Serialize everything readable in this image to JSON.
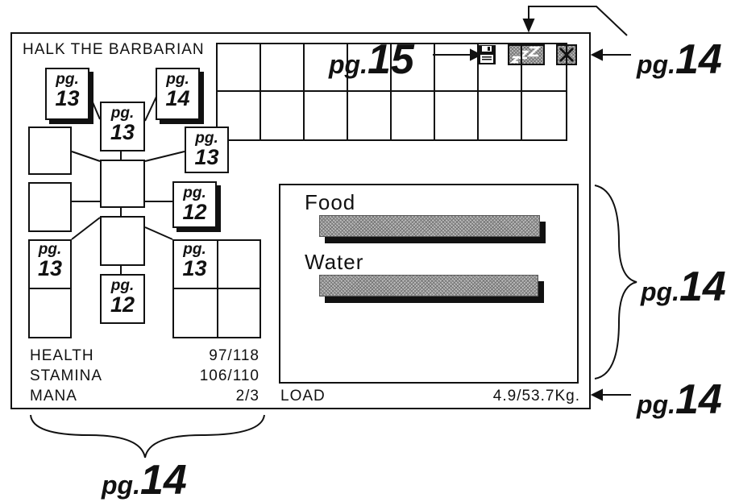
{
  "character": {
    "name": "HALK THE BARBARIAN"
  },
  "equipment_slots": {
    "head_ref": {
      "pg": "pg.",
      "num": "13"
    },
    "left_top_ref": {
      "pg": "pg.",
      "num": "13"
    },
    "right_top_ref": {
      "pg": "pg.",
      "num": "14"
    },
    "right_hand_ref": {
      "pg": "pg.",
      "num": "13"
    },
    "right_mid_ref": {
      "pg": "pg.",
      "num": "12"
    },
    "left_low_ref": {
      "pg": "pg.",
      "num": "13"
    },
    "feet_ref": {
      "pg": "pg.",
      "num": "12"
    },
    "right_low_ref": {
      "pg": "pg.",
      "num": "13"
    }
  },
  "stats": {
    "health": {
      "label": "HEALTH",
      "value": "97/118"
    },
    "stamina": {
      "label": "STAMINA",
      "value": "106/110"
    },
    "mana": {
      "label": "MANA",
      "value": "2/3"
    }
  },
  "needs": {
    "food": {
      "label": "Food",
      "level": 0.98
    },
    "water": {
      "label": "Water",
      "level": 0.97
    }
  },
  "load": {
    "label": "LOAD",
    "value": "4.9/53.7Kg."
  },
  "icons": {
    "save": "floppy-disk-icon",
    "sleep": "zzz-sleep-icon",
    "close": "close-x-icon"
  },
  "callouts": {
    "icons_pg": {
      "pg": "pg.",
      "num": "15"
    },
    "close_pg": {
      "pg": "pg.",
      "num": "14"
    },
    "stats_pg": {
      "pg": "pg.",
      "num": "14"
    },
    "needs_pg": {
      "pg": "pg.",
      "num": "14"
    },
    "load_pg": {
      "pg": "pg.",
      "num": "14"
    }
  }
}
